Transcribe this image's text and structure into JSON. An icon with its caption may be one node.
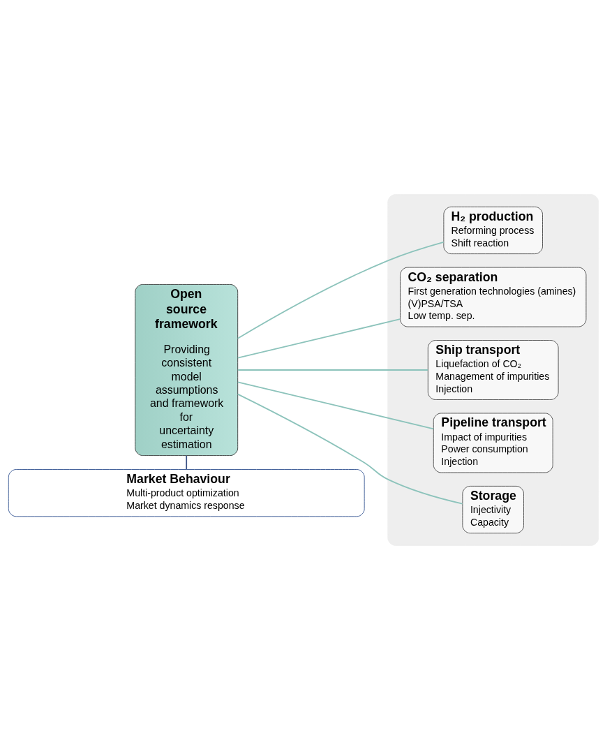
{
  "diagram": {
    "nodes": [
      {
        "text": [],
        "shape": "box"
      },
      {
        "text": [
          "Open source framework",
          "Providing consistent model assumptions and framework for uncertainty estimation"
        ]
      },
      {
        "text": [
          "H₂ production",
          "Reforming process",
          "Shift reaction"
        ],
        "in": 0
      },
      {
        "text": [
          "CO₂ separation",
          "First generation technologies (amines)",
          "(V)PSA/TSA",
          "Low temp. sep."
        ],
        "in": 0
      },
      {
        "text": [
          "Ship transport",
          "Liquefaction of CO₂",
          "Management of impurities",
          "Injection"
        ],
        "in": 0
      },
      {
        "text": [
          "Pipeline transport",
          "Impact of impurities",
          "Power consumption",
          "Injection"
        ],
        "in": 0
      },
      {
        "text": [
          "Storage",
          "Injectivity",
          "Capacity"
        ],
        "in": 0
      },
      {
        "text": [
          "Market Behaviour",
          "Multi-product optimization",
          "Market dynamics response"
        ]
      }
    ],
    "edges": [
      {
        "from": 1,
        "to": 2,
        "arrow": "none"
      },
      {
        "from": 1,
        "to": 3,
        "arrow": "none"
      },
      {
        "from": 1,
        "to": 4,
        "arrow": "none"
      },
      {
        "from": 1,
        "to": 5,
        "arrow": "none"
      },
      {
        "from": 1,
        "to": 6,
        "arrow": "none"
      },
      {
        "from": 1,
        "to": 7,
        "arrow": "none",
        "color": "#3b5285"
      }
    ]
  }
}
